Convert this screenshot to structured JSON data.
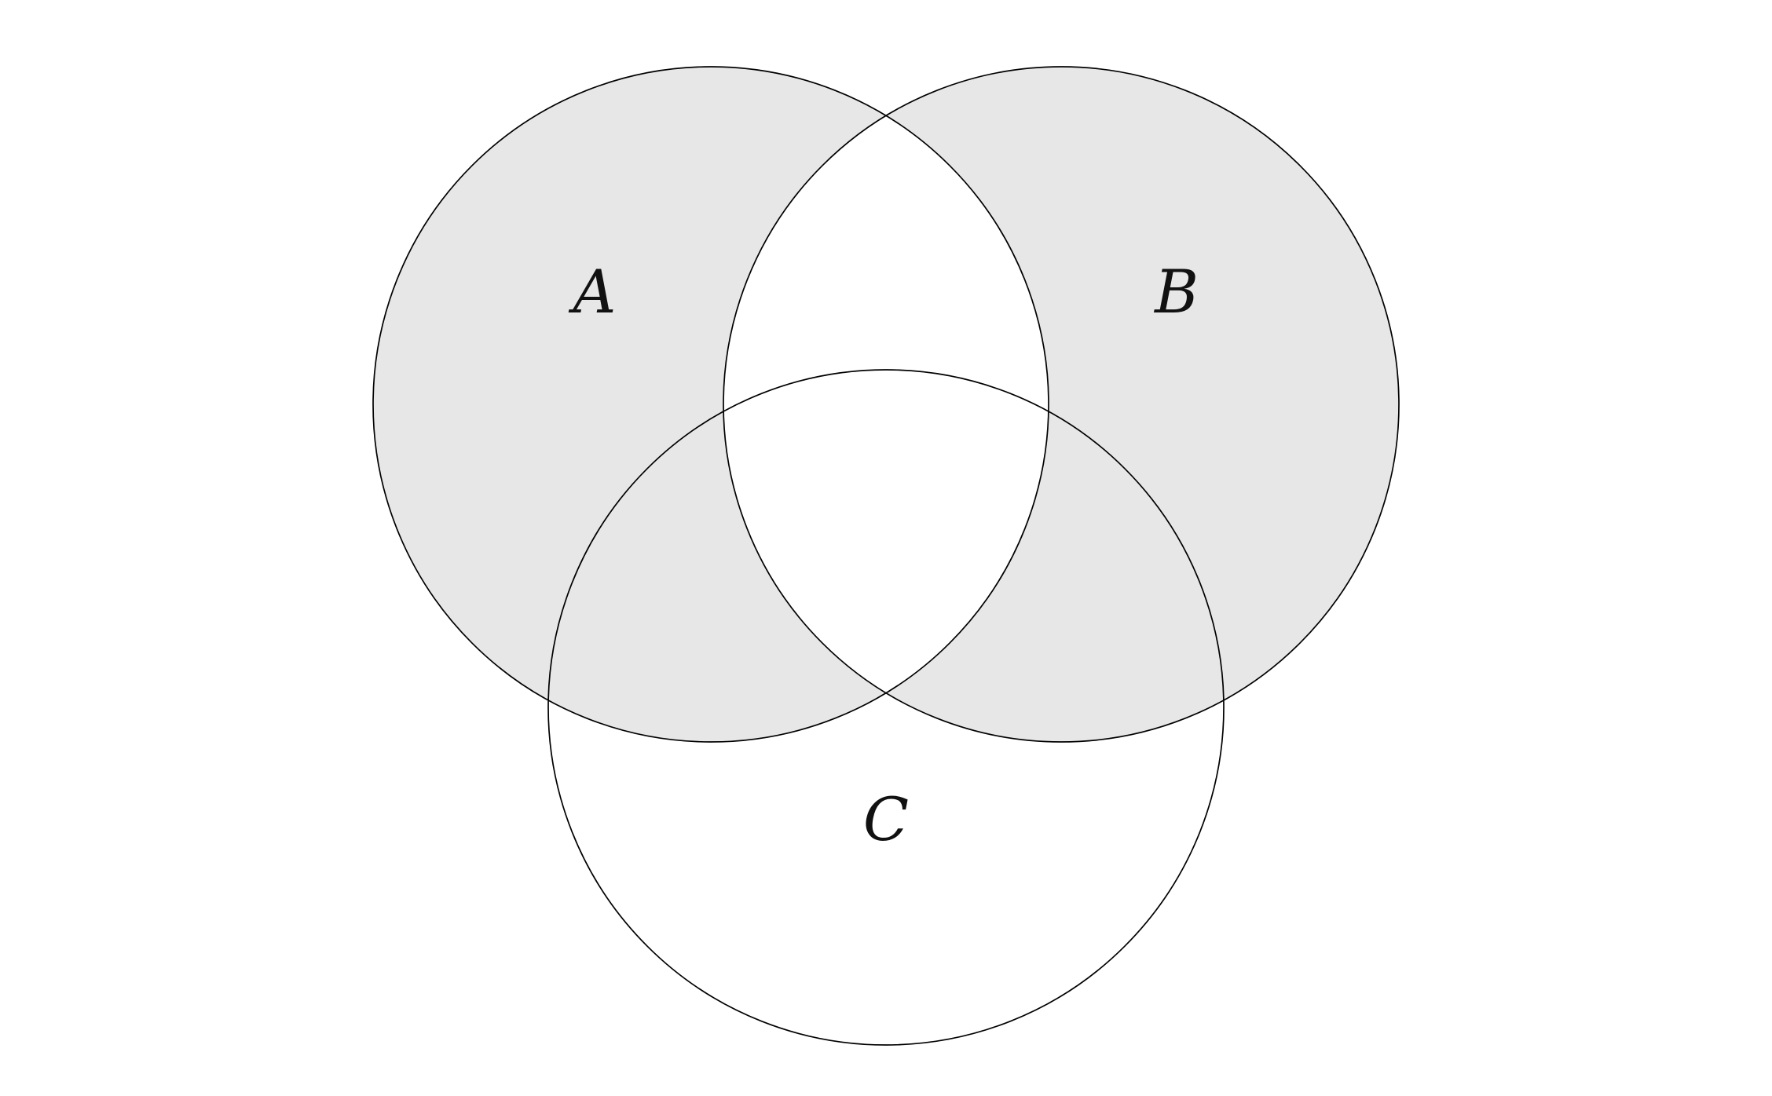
{
  "diagram": {
    "type": "venn",
    "description": "Three-set Venn diagram with regions of A and B shaded except their intersection (A symmetric-difference B); C unshaded",
    "sets": [
      {
        "label": "A"
      },
      {
        "label": "B"
      },
      {
        "label": "C"
      }
    ],
    "shaded_region": "A △ B",
    "colors": {
      "shade": "#e7e7e7",
      "stroke": "#000000",
      "background": "#ffffff"
    }
  }
}
